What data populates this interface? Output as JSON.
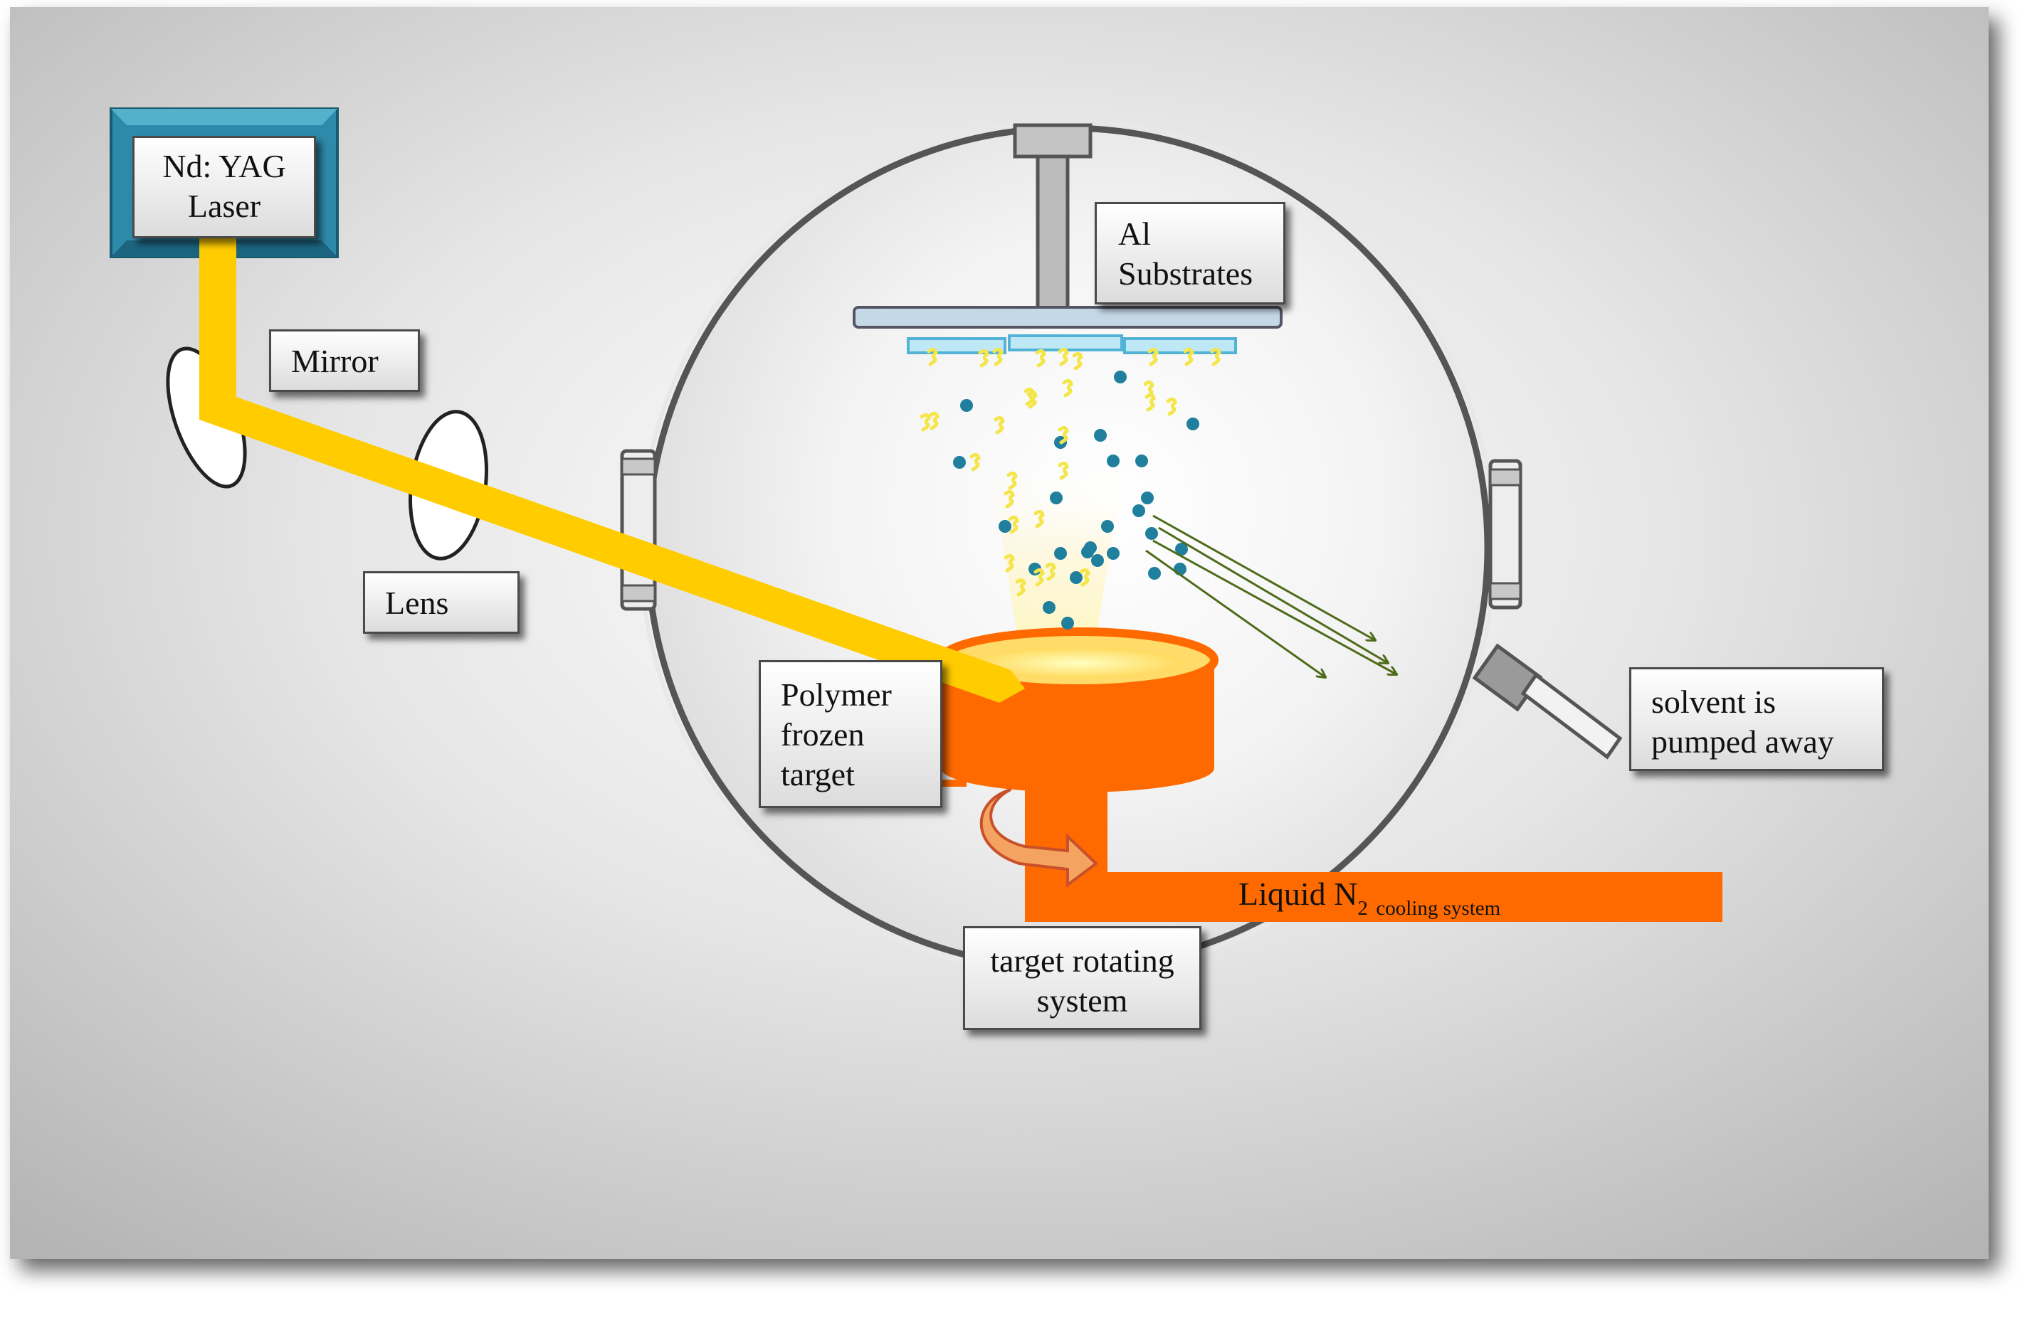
{
  "labels": {
    "laser": [
      "Nd: YAG",
      "Laser"
    ],
    "mirror": "Mirror",
    "lens": "Lens",
    "substrates": [
      "Al",
      "Substrates"
    ],
    "target": [
      "Polymer",
      "frozen",
      "target"
    ],
    "pump": [
      "solvent is",
      "pumped away"
    ],
    "rotation": [
      "target rotating",
      "system"
    ],
    "cooling": {
      "main": "Liquid N",
      "subscript": "2",
      "suffix": "cooling system"
    }
  },
  "colors": {
    "laser_beam": "#FFCC00",
    "target": "#FF6A00",
    "laser_box": "#2E8AAB",
    "particle_cyan": "#1F7F9C",
    "particle_yellow": "#F4E64A",
    "trajectory_arrow": "#4E6B1A"
  }
}
